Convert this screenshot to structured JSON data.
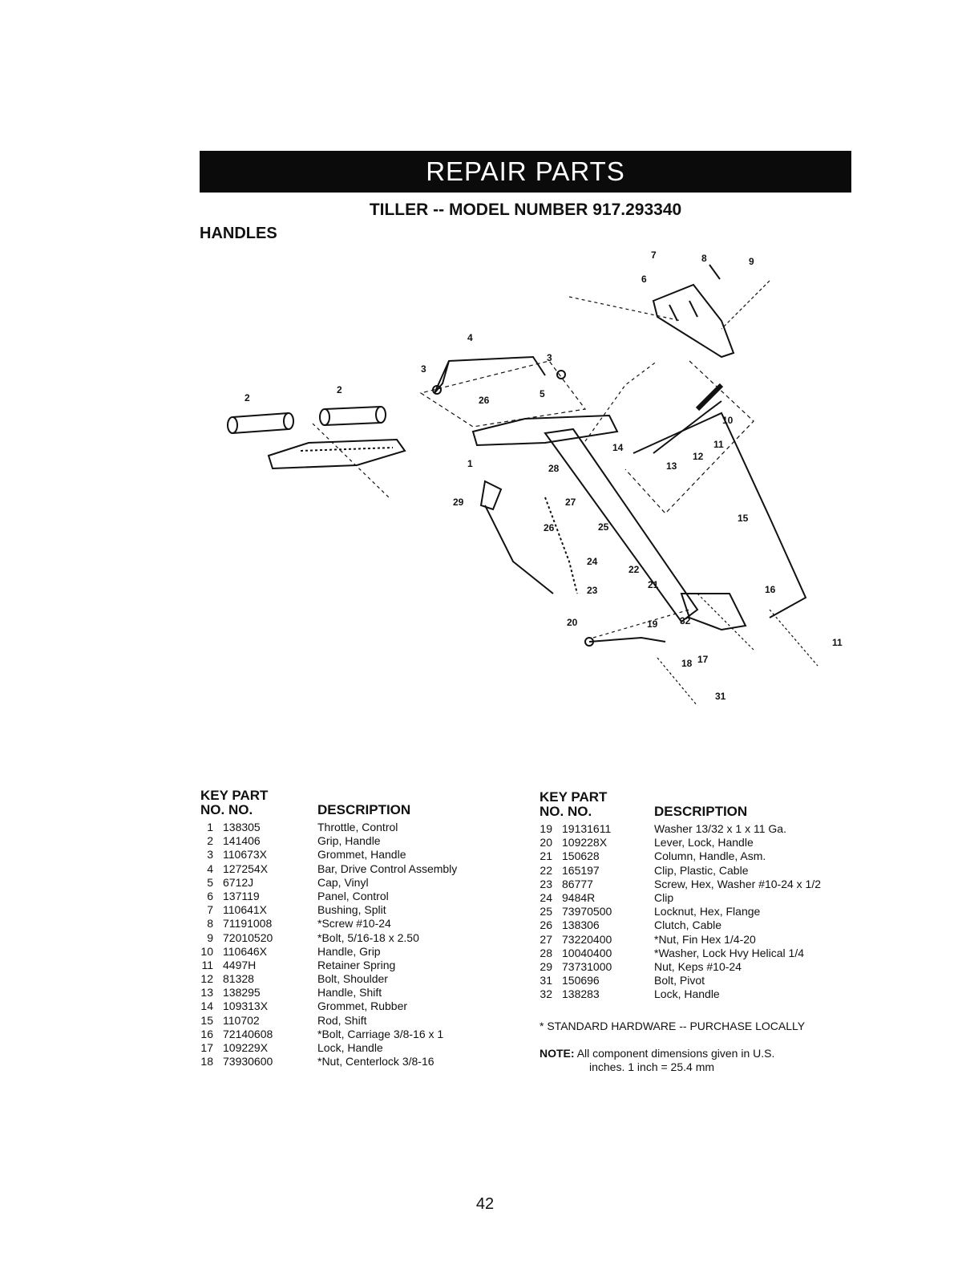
{
  "header": {
    "banner": "REPAIR PARTS",
    "model_title": "TILLER -- MODEL NUMBER 917.293340",
    "section": "HANDLES"
  },
  "diagram_callouts": [
    "1",
    "2",
    "2",
    "3",
    "3",
    "4",
    "5",
    "6",
    "7",
    "8",
    "9",
    "10",
    "11",
    "11",
    "12",
    "13",
    "14",
    "15",
    "16",
    "17",
    "18",
    "19",
    "20",
    "21",
    "22",
    "23",
    "24",
    "25",
    "26",
    "26",
    "27",
    "28",
    "29",
    "31",
    "32"
  ],
  "table_headers": {
    "key": "KEY",
    "part": "PART",
    "no": "NO.",
    "description": "DESCRIPTION"
  },
  "parts_left": [
    {
      "key": "1",
      "part": "138305",
      "desc": "Throttle, Control"
    },
    {
      "key": "2",
      "part": "141406",
      "desc": "Grip, Handle"
    },
    {
      "key": "3",
      "part": "110673X",
      "desc": "Grommet, Handle"
    },
    {
      "key": "4",
      "part": "127254X",
      "desc": "Bar, Drive Control Assembly"
    },
    {
      "key": "5",
      "part": "6712J",
      "desc": "Cap, Vinyl"
    },
    {
      "key": "6",
      "part": "137119",
      "desc": "Panel, Control"
    },
    {
      "key": "7",
      "part": "110641X",
      "desc": "Bushing, Split"
    },
    {
      "key": "8",
      "part": "71191008",
      "desc": "*Screw #10-24"
    },
    {
      "key": "9",
      "part": "72010520",
      "desc": "*Bolt, 5/16-18 x 2.50"
    },
    {
      "key": "10",
      "part": "110646X",
      "desc": "Handle, Grip"
    },
    {
      "key": "11",
      "part": "4497H",
      "desc": "Retainer Spring"
    },
    {
      "key": "12",
      "part": "81328",
      "desc": "Bolt, Shoulder"
    },
    {
      "key": "13",
      "part": "138295",
      "desc": "Handle, Shift"
    },
    {
      "key": "14",
      "part": "109313X",
      "desc": "Grommet, Rubber"
    },
    {
      "key": "15",
      "part": "110702",
      "desc": "Rod, Shift"
    },
    {
      "key": "16",
      "part": "72140608",
      "desc": "*Bolt, Carriage 3/8-16 x 1"
    },
    {
      "key": "17",
      "part": "109229X",
      "desc": "Lock, Handle"
    },
    {
      "key": "18",
      "part": "73930600",
      "desc": "*Nut, Centerlock 3/8-16"
    }
  ],
  "parts_right": [
    {
      "key": "19",
      "part": "19131611",
      "desc": "Washer 13/32 x 1 x 11 Ga."
    },
    {
      "key": "20",
      "part": "109228X",
      "desc": "Lever, Lock, Handle"
    },
    {
      "key": "21",
      "part": "150628",
      "desc": "Column, Handle, Asm."
    },
    {
      "key": "22",
      "part": "165197",
      "desc": "Clip, Plastic, Cable"
    },
    {
      "key": "23",
      "part": "86777",
      "desc": "Screw, Hex, Washer #10-24 x 1/2"
    },
    {
      "key": "24",
      "part": "9484R",
      "desc": "Clip"
    },
    {
      "key": "25",
      "part": "73970500",
      "desc": "Locknut, Hex, Flange"
    },
    {
      "key": "26",
      "part": "138306",
      "desc": "Clutch, Cable"
    },
    {
      "key": "27",
      "part": "73220400",
      "desc": "*Nut, Fin Hex 1/4-20"
    },
    {
      "key": "28",
      "part": "10040400",
      "desc": "*Washer, Lock Hvy Helical 1/4"
    },
    {
      "key": "29",
      "part": "73731000",
      "desc": "Nut, Keps #10-24"
    },
    {
      "key": "31",
      "part": "150696",
      "desc": "Bolt, Pivot"
    },
    {
      "key": "32",
      "part": "138283",
      "desc": "Lock, Handle"
    }
  ],
  "footnote": "* STANDARD HARDWARE -- PURCHASE LOCALLY",
  "note": {
    "label": "NOTE:",
    "line1": "All component dimensions given in U.S.",
    "line2": "inches. 1 inch = 25.4 mm"
  },
  "page_number": "42"
}
